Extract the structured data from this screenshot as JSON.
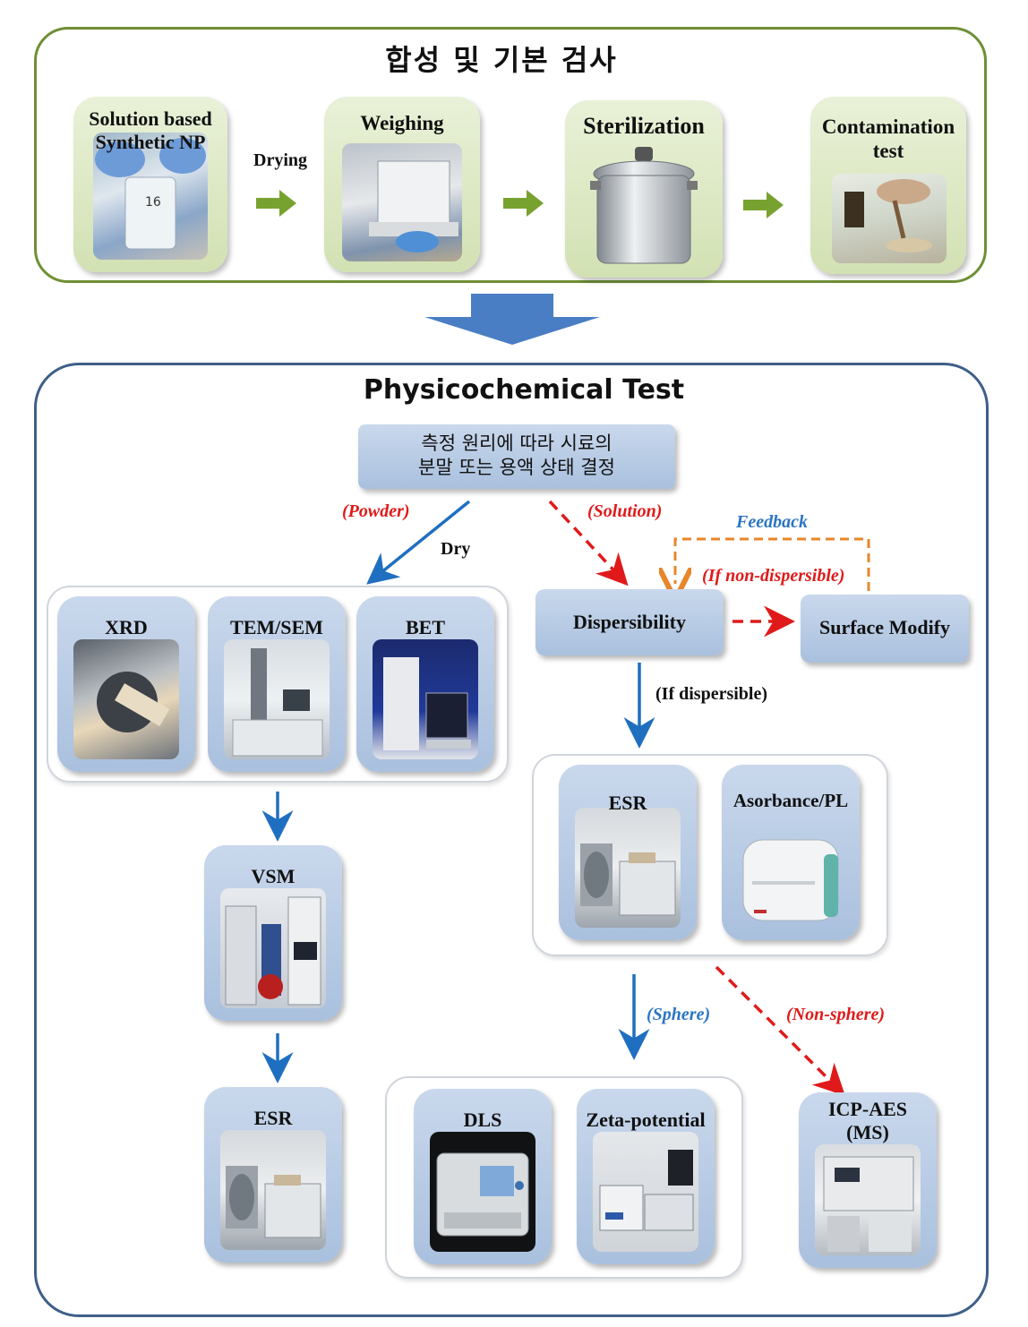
{
  "top_panel": {
    "title": "합성 및  기본 검사",
    "steps": [
      {
        "label": "Solution based Synthetic NP"
      },
      {
        "label": "Weighing"
      },
      {
        "label": "Sterilization"
      },
      {
        "label": "Contamination test"
      }
    ],
    "drying_label": "Drying"
  },
  "physicochemical": {
    "title": "Physicochemical Test",
    "decision_box": {
      "line1": "측정 원리에 따라 시료의",
      "line2": "분말 또는 용액 상태 결정"
    },
    "powder_label": "(Powder)",
    "dry_label": "Dry",
    "solution_label": "(Solution)",
    "feedback_label": "Feedback",
    "non_dispersible_label": "(If non-dispersible)",
    "dispersible_label": "(If dispersible)",
    "sphere_label": "(Sphere)",
    "non_sphere_label": "(Non-sphere)",
    "powder_instruments": [
      {
        "label": "XRD"
      },
      {
        "label": "TEM/SEM"
      },
      {
        "label": "BET"
      }
    ],
    "vsm": {
      "label": "VSM"
    },
    "esr_powder": {
      "label": "ESR"
    },
    "dispersibility": {
      "label": "Dispersibility"
    },
    "surface_modify": {
      "label": "Surface Modify"
    },
    "solution_instruments": [
      {
        "label": "ESR"
      },
      {
        "label": "Asorbance/PL"
      }
    ],
    "sphere_instruments": [
      {
        "label": "DLS"
      },
      {
        "label": "Zeta-potential"
      }
    ],
    "icp": {
      "label": "ICP-AES (MS)"
    }
  },
  "colors": {
    "green_frame": "#6f8f35",
    "blue_frame": "#3f5f88",
    "green_arrow": "#78a22f",
    "blue_arrow": "#1f6fc0",
    "red_dashed": "#e01a1a",
    "orange_feedback": "#e8862a"
  }
}
